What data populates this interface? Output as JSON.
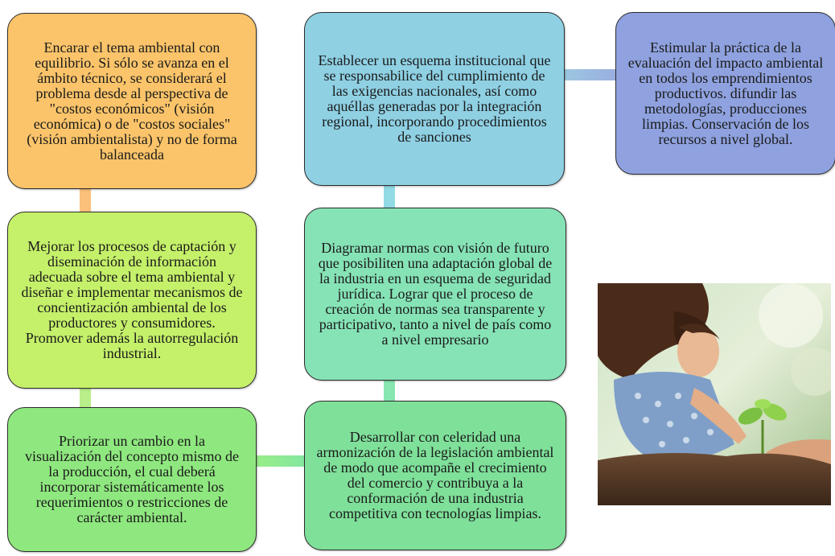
{
  "boxes": {
    "b1": "Encarar el tema ambiental con equilibrio. Si sólo se avanza en el ámbito técnico, se considerará el problema desde al perspectiva de \"costos económicos\" (visión económica) o de \"costos sociales\" (visión ambientalista) y no de forma balanceada",
    "b2": "Mejorar los procesos de captación y diseminación de información adecuada sobre el tema ambiental y diseñar e implementar mecanismos de concientización ambiental de los productores y consumidores. Promover además la autorregulación industrial.",
    "b3": "Priorizar un cambio en la visualización del concepto mismo de la producción, el cual deberá incorporar sistemáticamente los requerimientos o restricciones de carácter ambiental.",
    "b4": "Desarrollar con celeridad una armonización de la legislación ambiental de modo que acompañe el crecimiento del comercio y contribuya a la conformación de una industria competitiva con tecnologías limpias.",
    "b5": "Diagramar normas con visión de futuro que posibiliten una adaptación global de la industria en un esquema de seguridad jurídica. Lograr que el proceso de creación de normas sea transparente y participativo, tanto a nivel de país como a nivel empresario",
    "b6": "Establecer un esquema institucional que se responsabilice del cumplimiento de las exigencias nacionales, así como aquéllas generadas por la integración regional, incorporando procedimientos de sanciones",
    "b7": "Estimular la práctica de la evaluación del impacto ambiental en todos los emprendimientos productivos. difundir las metodologías, producciones limpias. Conservación de los recursos a nivel global."
  },
  "colors": {
    "b1": "#fbc46a",
    "b2": "#c5f06a",
    "b3": "#8fe87f",
    "b4": "#7fe09a",
    "b5": "#86e3b6",
    "b6": "#8fd0e3",
    "b7": "#8fa2df"
  }
}
